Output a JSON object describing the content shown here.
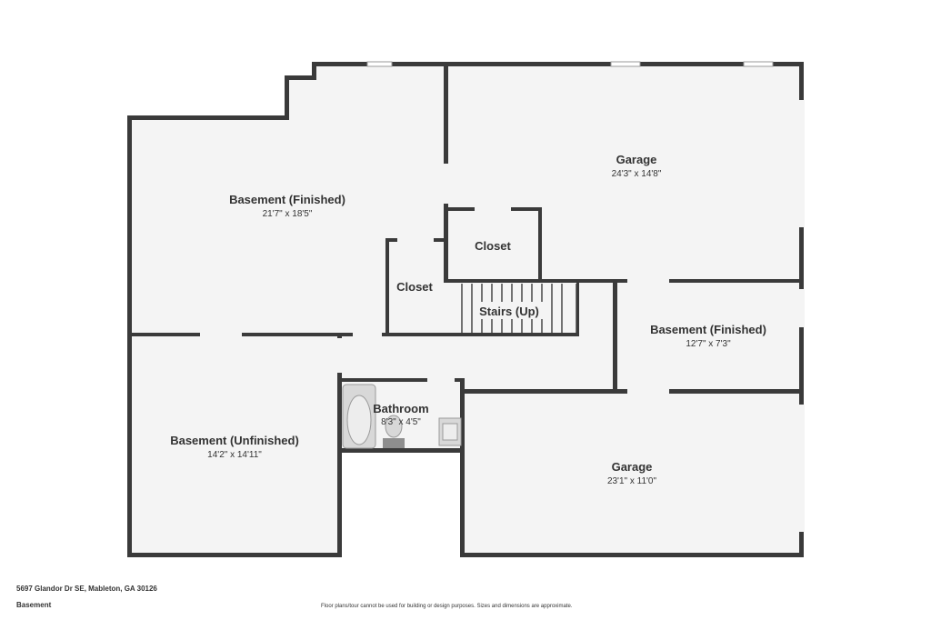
{
  "rooms": [
    {
      "name": "Basement (Finished)",
      "dims": "21'7\" x 18'5\""
    },
    {
      "name": "Garage",
      "dims": "24'3\" x 14'8\""
    },
    {
      "name": "Closet",
      "dims": ""
    },
    {
      "name": "Closet",
      "dims": ""
    },
    {
      "name": "Stairs (Up)",
      "dims": ""
    },
    {
      "name": "Basement (Finished)",
      "dims": "12'7\" x 7'3\""
    },
    {
      "name": "Bathroom",
      "dims": "8'3\" x 4'5\""
    },
    {
      "name": "Basement (Unfinished)",
      "dims": "14'2\" x 14'11\""
    },
    {
      "name": "Garage",
      "dims": "23'1\" x 11'0\""
    }
  ],
  "footer": {
    "address": "5697 Glandor Dr SE, Mableton, GA 30126",
    "level": "Basement",
    "disclaimer": "Floor plans/tour cannot be used for building or design purposes. Sizes and dimensions are approximate."
  },
  "colors": {
    "wall": "#3a3a3a",
    "floor": "#f4f4f4",
    "text": "#333333"
  }
}
